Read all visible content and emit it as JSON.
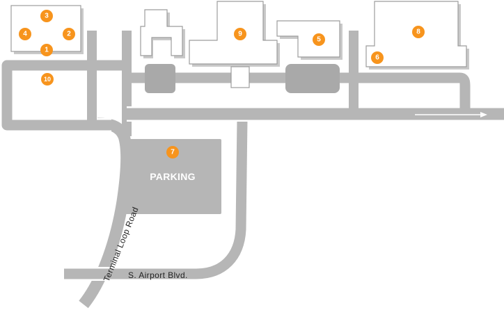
{
  "colors": {
    "marker": "#f7941d",
    "road": "#b6b6b6",
    "building_stroke": "#9c9c9c",
    "arrow": "#ffffff"
  },
  "markers": [
    {
      "id": "1",
      "label": "1"
    },
    {
      "id": "2",
      "label": "2"
    },
    {
      "id": "3",
      "label": "3"
    },
    {
      "id": "4",
      "label": "4"
    },
    {
      "id": "5",
      "label": "5"
    },
    {
      "id": "6",
      "label": "6"
    },
    {
      "id": "7",
      "label": "7"
    },
    {
      "id": "8",
      "label": "8"
    },
    {
      "id": "9",
      "label": "9"
    },
    {
      "id": "10",
      "label": "10"
    }
  ],
  "labels": {
    "parking": "PARKING",
    "terminal_loop_road": "Terminal Loop Road",
    "airport_blvd": "S. Airport Blvd."
  },
  "icons": {
    "direction_arrow": "right-arrow-icon"
  }
}
